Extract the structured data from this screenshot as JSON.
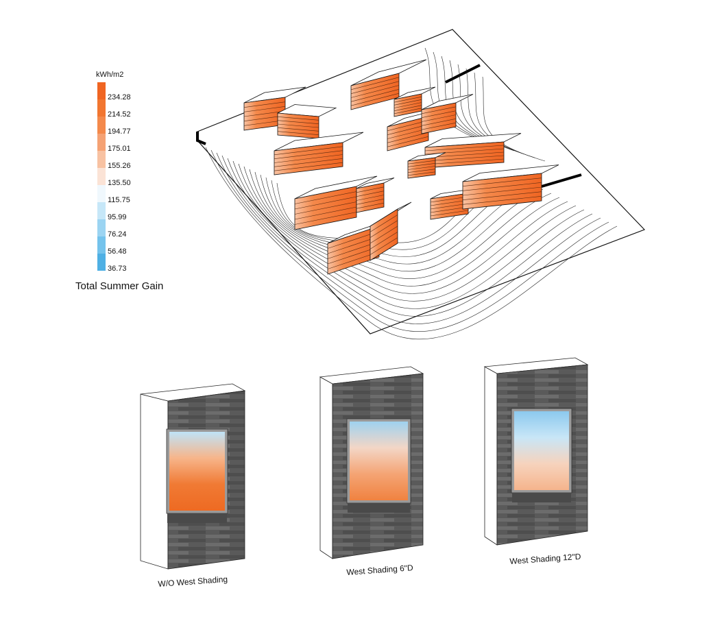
{
  "legend": {
    "unit": "kWh/m2",
    "title": "Total Summer Gain",
    "colors": [
      "#f06522",
      "#f27630",
      "#f4894b",
      "#f5a274",
      "#f8c2a2",
      "#fbe3d6",
      "#f0f8fd",
      "#c6e7f8",
      "#9bd4f2",
      "#74c3ec",
      "#4fb0e4"
    ],
    "labels": [
      "234.28",
      "214.52",
      "194.77",
      "175.01",
      "155.26",
      "135.50",
      "115.75",
      "95.99",
      "76.24",
      "56.48",
      "36.73"
    ]
  },
  "panels": [
    {
      "caption": "W/O West Shading",
      "window_colors": [
        "#bfe3f7",
        "#f7b58a",
        "#f07a34",
        "#ee6a22"
      ]
    },
    {
      "caption": "West Shading 6\"D",
      "window_colors": [
        "#9fd2f0",
        "#f3d6c6",
        "#f4a474",
        "#f08240"
      ]
    },
    {
      "caption": "West Shading 12\"D",
      "window_colors": [
        "#8cc9ee",
        "#c8e6f7",
        "#f6d3bd",
        "#f5b48c"
      ]
    }
  ]
}
